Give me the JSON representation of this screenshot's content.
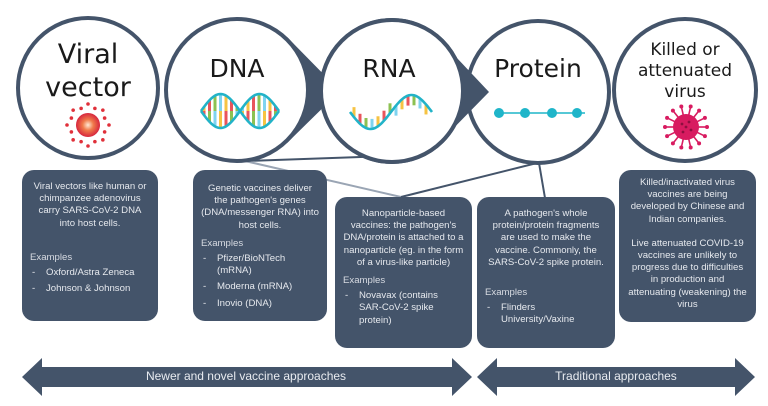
{
  "colors": {
    "primary": "#44546a",
    "connector_light": "#9aa5b4",
    "box_text": "#e6e9ee",
    "viral_vector_icon": "#e0303a",
    "killed_virus_icon": "#d81b60",
    "protein_icon": "#1fb5c9",
    "helix_strand": "#22b3c8"
  },
  "categories": [
    {
      "id": "viral-vector",
      "title_lines": [
        "Viral",
        "vector"
      ],
      "icon": "virus-icon",
      "description": "Viral vectors like human or chimpanzee adenovirus carry SARS-CoV-2 DNA into host cells.",
      "examples_label": "Examples",
      "examples": [
        "Oxford/Astra Zeneca",
        "Johnson & Johnson"
      ]
    },
    {
      "id": "dna",
      "title_lines": [
        "DNA"
      ],
      "icon": "dna-helix-icon",
      "description": "Genetic vaccines deliver the pathogen's genes (DNA/messenger RNA) into host cells.",
      "examples_label": "Examples",
      "examples": [
        "Pfizer/BioNTech (mRNA)",
        "Moderna (mRNA)",
        "Inovio (DNA)"
      ]
    },
    {
      "id": "rna",
      "title_lines": [
        "RNA"
      ],
      "icon": "rna-strand-icon"
    },
    {
      "id": "nanoparticle",
      "description": "Nanoparticle-based vaccines: the pathogen's DNA/protein is attached to a nanoparticle (eg. in the form of a virus-like particle)",
      "examples_label": "Examples",
      "examples": [
        "Novavax (contains SAR-CoV-2 spike protein)"
      ]
    },
    {
      "id": "protein",
      "title_lines": [
        "Protein"
      ],
      "icon": "protein-chain-icon",
      "description": "A pathogen's whole protein/protein fragments are used to make the vaccine. Commonly, the SARS-CoV-2 spike protein.",
      "examples_label": "Examples",
      "examples": [
        "Flinders University/Vaxine"
      ]
    },
    {
      "id": "killed-attenuated",
      "title_lines": [
        "Killed or",
        "attenuated",
        "virus"
      ],
      "icon": "coronavirus-icon",
      "description": "Killed/inactivated virus vaccines are being developed by Chinese and Indian companies.",
      "description_2": "Live attenuated COVID-19 vaccines are unlikely to progress due to difficulties in production and attenuating (weakening) the virus"
    }
  ],
  "timeline": {
    "newer_label": "Newer and novel vaccine approaches",
    "traditional_label": "Traditional approaches"
  }
}
